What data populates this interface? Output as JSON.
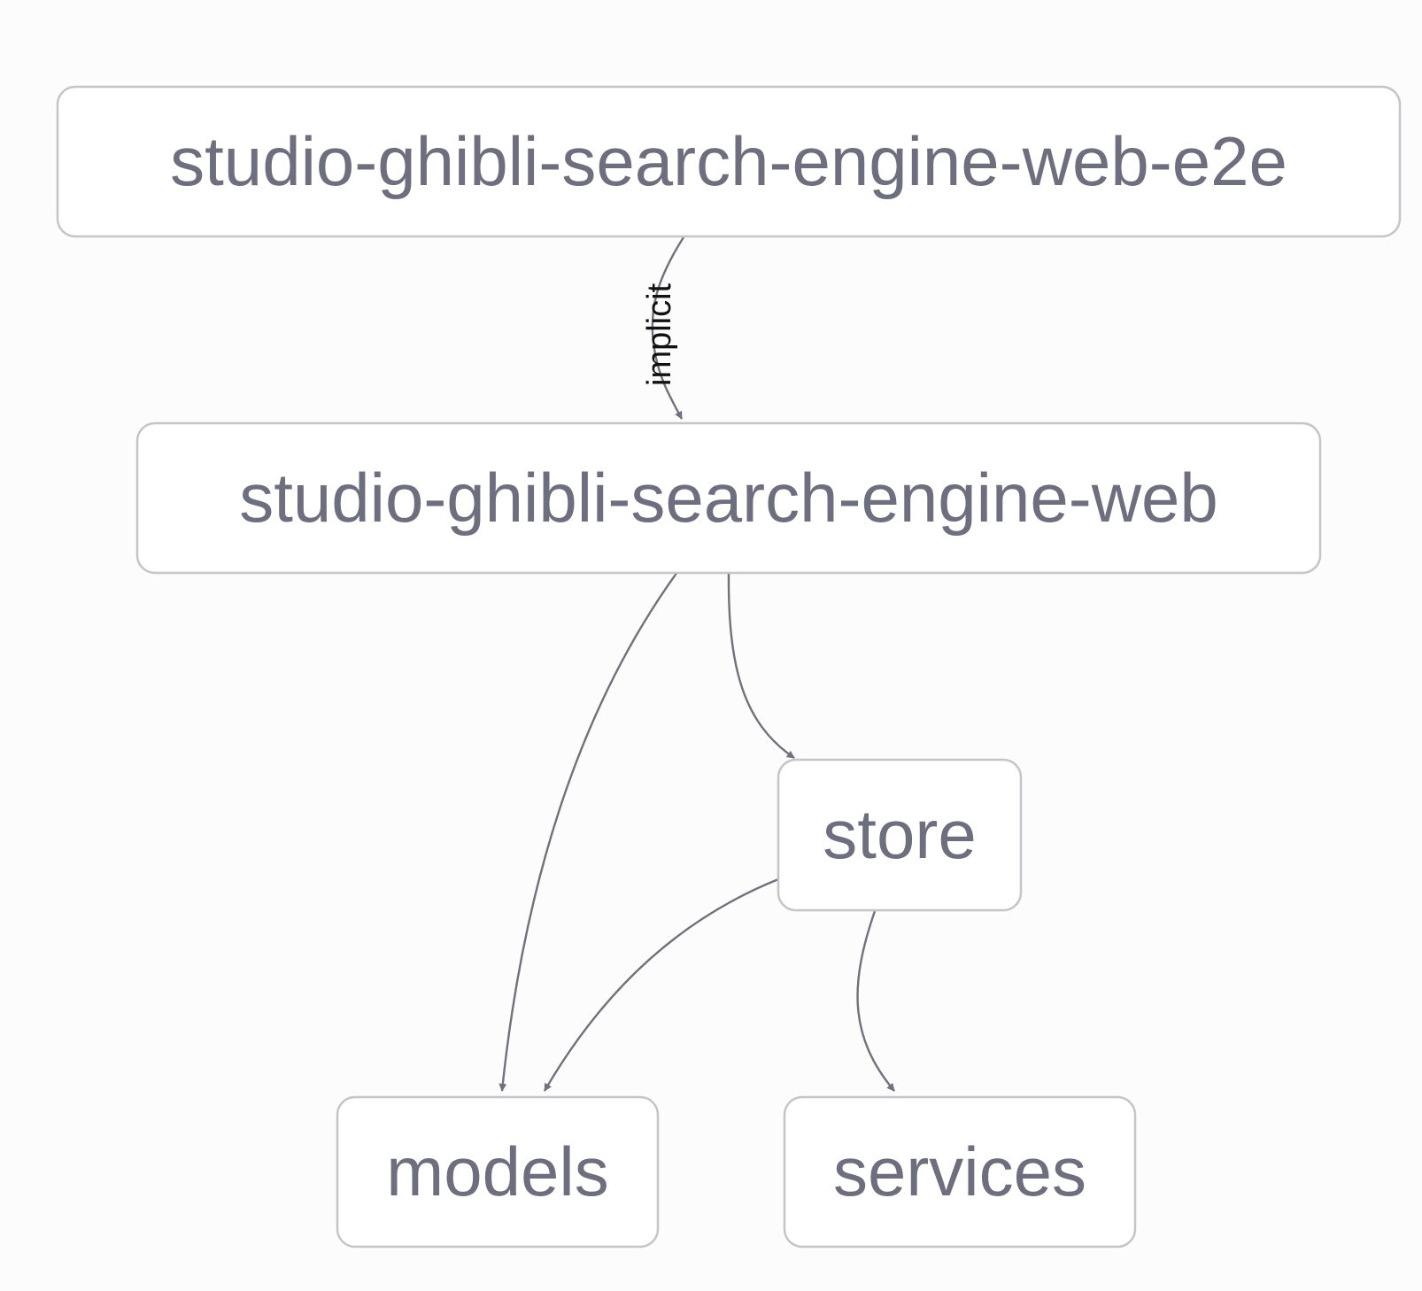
{
  "graph": {
    "nodes": [
      {
        "id": "e2e",
        "label": "studio-ghibli-search-engine-web-e2e"
      },
      {
        "id": "web",
        "label": "studio-ghibli-search-engine-web"
      },
      {
        "id": "store",
        "label": "store"
      },
      {
        "id": "models",
        "label": "models"
      },
      {
        "id": "services",
        "label": "services"
      }
    ],
    "edges": [
      {
        "from": "e2e",
        "to": "web",
        "label": "implicit"
      },
      {
        "from": "web",
        "to": "models",
        "label": ""
      },
      {
        "from": "web",
        "to": "store",
        "label": ""
      },
      {
        "from": "store",
        "to": "models",
        "label": ""
      },
      {
        "from": "store",
        "to": "services",
        "label": ""
      }
    ]
  },
  "colors": {
    "background": "#fdfcfd",
    "node_border": "#c4c4c9",
    "node_text": "#6d6f7e",
    "edge": "#6f717d",
    "edge_label": "#111111"
  }
}
